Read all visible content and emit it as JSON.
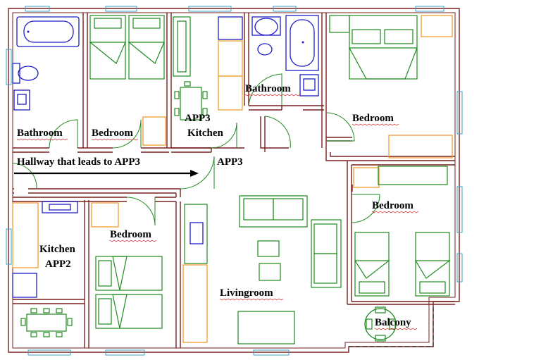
{
  "labels": {
    "bathroom_left": "Bathroom",
    "bedroom_top_left": "Bedroom",
    "app3_kitchen_line1": "APP3",
    "app3_kitchen_line2": "Kitchen",
    "bathroom_top": "Bathroom",
    "bedroom_top_right": "Bedroom",
    "hallway": "Hallway that leads to APP3",
    "app3_entry": "APP3",
    "bedroom_right": "Bedroom",
    "bedroom_mid_left": "Bedroom",
    "kitchen_app2_line1": "Kitchen",
    "kitchen_app2_line2": "APP2",
    "livingroom": "Livingroom",
    "balcony": "Balcony"
  },
  "colors": {
    "wall": "#7a1f1f",
    "furniture": "#1f8a1f",
    "orange_furniture": "#f0961e",
    "fixtures": "#1c1cc8",
    "window": "#39a0c8",
    "text": "#000000"
  }
}
